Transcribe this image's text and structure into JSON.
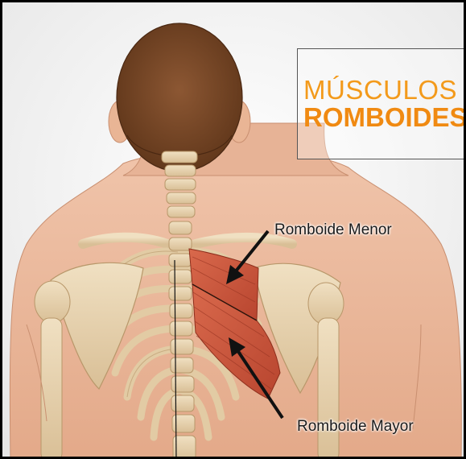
{
  "title": {
    "line1": "MÚSCULOS",
    "line2": "ROMBOIDES",
    "color_line1": "#f39a1b",
    "color_line2": "#f08a12"
  },
  "labels": {
    "menor": "Romboide Menor",
    "mayor": "Romboide Mayor"
  },
  "colors": {
    "skin": "#e9b99e",
    "bone": "#e8d3b0",
    "muscle": "#c8553c",
    "hair": "#7a4a2c"
  }
}
